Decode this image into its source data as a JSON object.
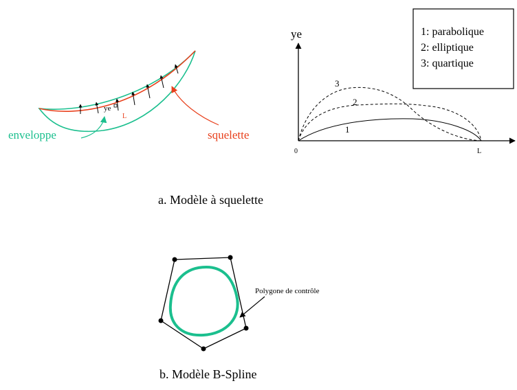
{
  "colors": {
    "envelope": "#1bbf8e",
    "skeleton": "#e8401c",
    "ink": "#000000"
  },
  "panel_a": {
    "caption": "a. Modèle à squelette",
    "ye_label": "ye",
    "L_label": "L",
    "skeleton_label": "squelette",
    "envelope_label": "enveloppe"
  },
  "graph": {
    "y_axis_label": "ye",
    "x_origin_label": "0",
    "x_end_label": "L",
    "curve_labels": [
      "1",
      "2",
      "3"
    ],
    "legend": [
      "1: parabolique",
      "2: elliptique",
      "3: quartique"
    ]
  },
  "panel_b": {
    "caption": "b. Modèle B-Spline",
    "polygon_label": "Polygone de contrôle"
  }
}
